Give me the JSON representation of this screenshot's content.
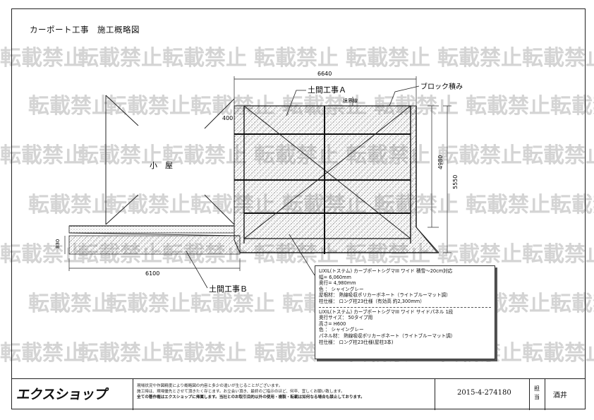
{
  "header": {
    "title": "カーポート工事　施工概略図"
  },
  "watermark": {
    "text": "転載禁止",
    "color": "#d4d4d4"
  },
  "drawing": {
    "dim_overall_width": "6640",
    "dim_top_offset": "400",
    "dim_depth": "5550",
    "dim_carport_depth": "4980",
    "dim_left_height": "830",
    "dim_left_width": "6100",
    "label_doma_a": "土間工事Ａ",
    "label_doma_b": "土間工事Ｂ",
    "label_block": "ブロック積み",
    "label_kiso": "境界線",
    "label_shed": "小　屋"
  },
  "spec": {
    "rows_a": [
      "LIXIL(トステム) カーブポートシグマIII ワイド 積雪～20cm対応",
      "幅= 6,060mm",
      "奥行= 4,980mm",
      "色 ： シャイングレー",
      "屋根材： 熱線吸収ポリカーボネート（ライトブルーマット調）",
      "柱仕様： ロング柱23仕様（有効高 約2,300mm）"
    ],
    "rows_b": [
      "LIXIL(トステム) カーブポートシグマIII ワイド サイドパネル 1段",
      "奥行サイズ： 50タイプ用",
      "高さ= H600",
      "色 ： シャイングレー",
      "パネル材： 熱線吸収ポリカーボネート（ライトブルーマット調）",
      "柱仕様： ロング柱23仕様(屋柱3本)"
    ]
  },
  "footer": {
    "logo": "エクスショップ",
    "notes": [
      "現場状況や作図精度により概略図の内容と多少の違いが生じることがございます。",
      "施工時は、現場優先とさせて頂きたく存じます。お立会い頂き、最終のご指示のほど、何卒、宜しくお願い致します。",
      "全ての著作権はエクスショップに帰属します。当社とのお取引目的以外の使用・複製・転載は如何なる場合も禁止しております。"
    ],
    "code": "2015-4-274180",
    "tanto_label": "担当",
    "person": "酒井"
  }
}
